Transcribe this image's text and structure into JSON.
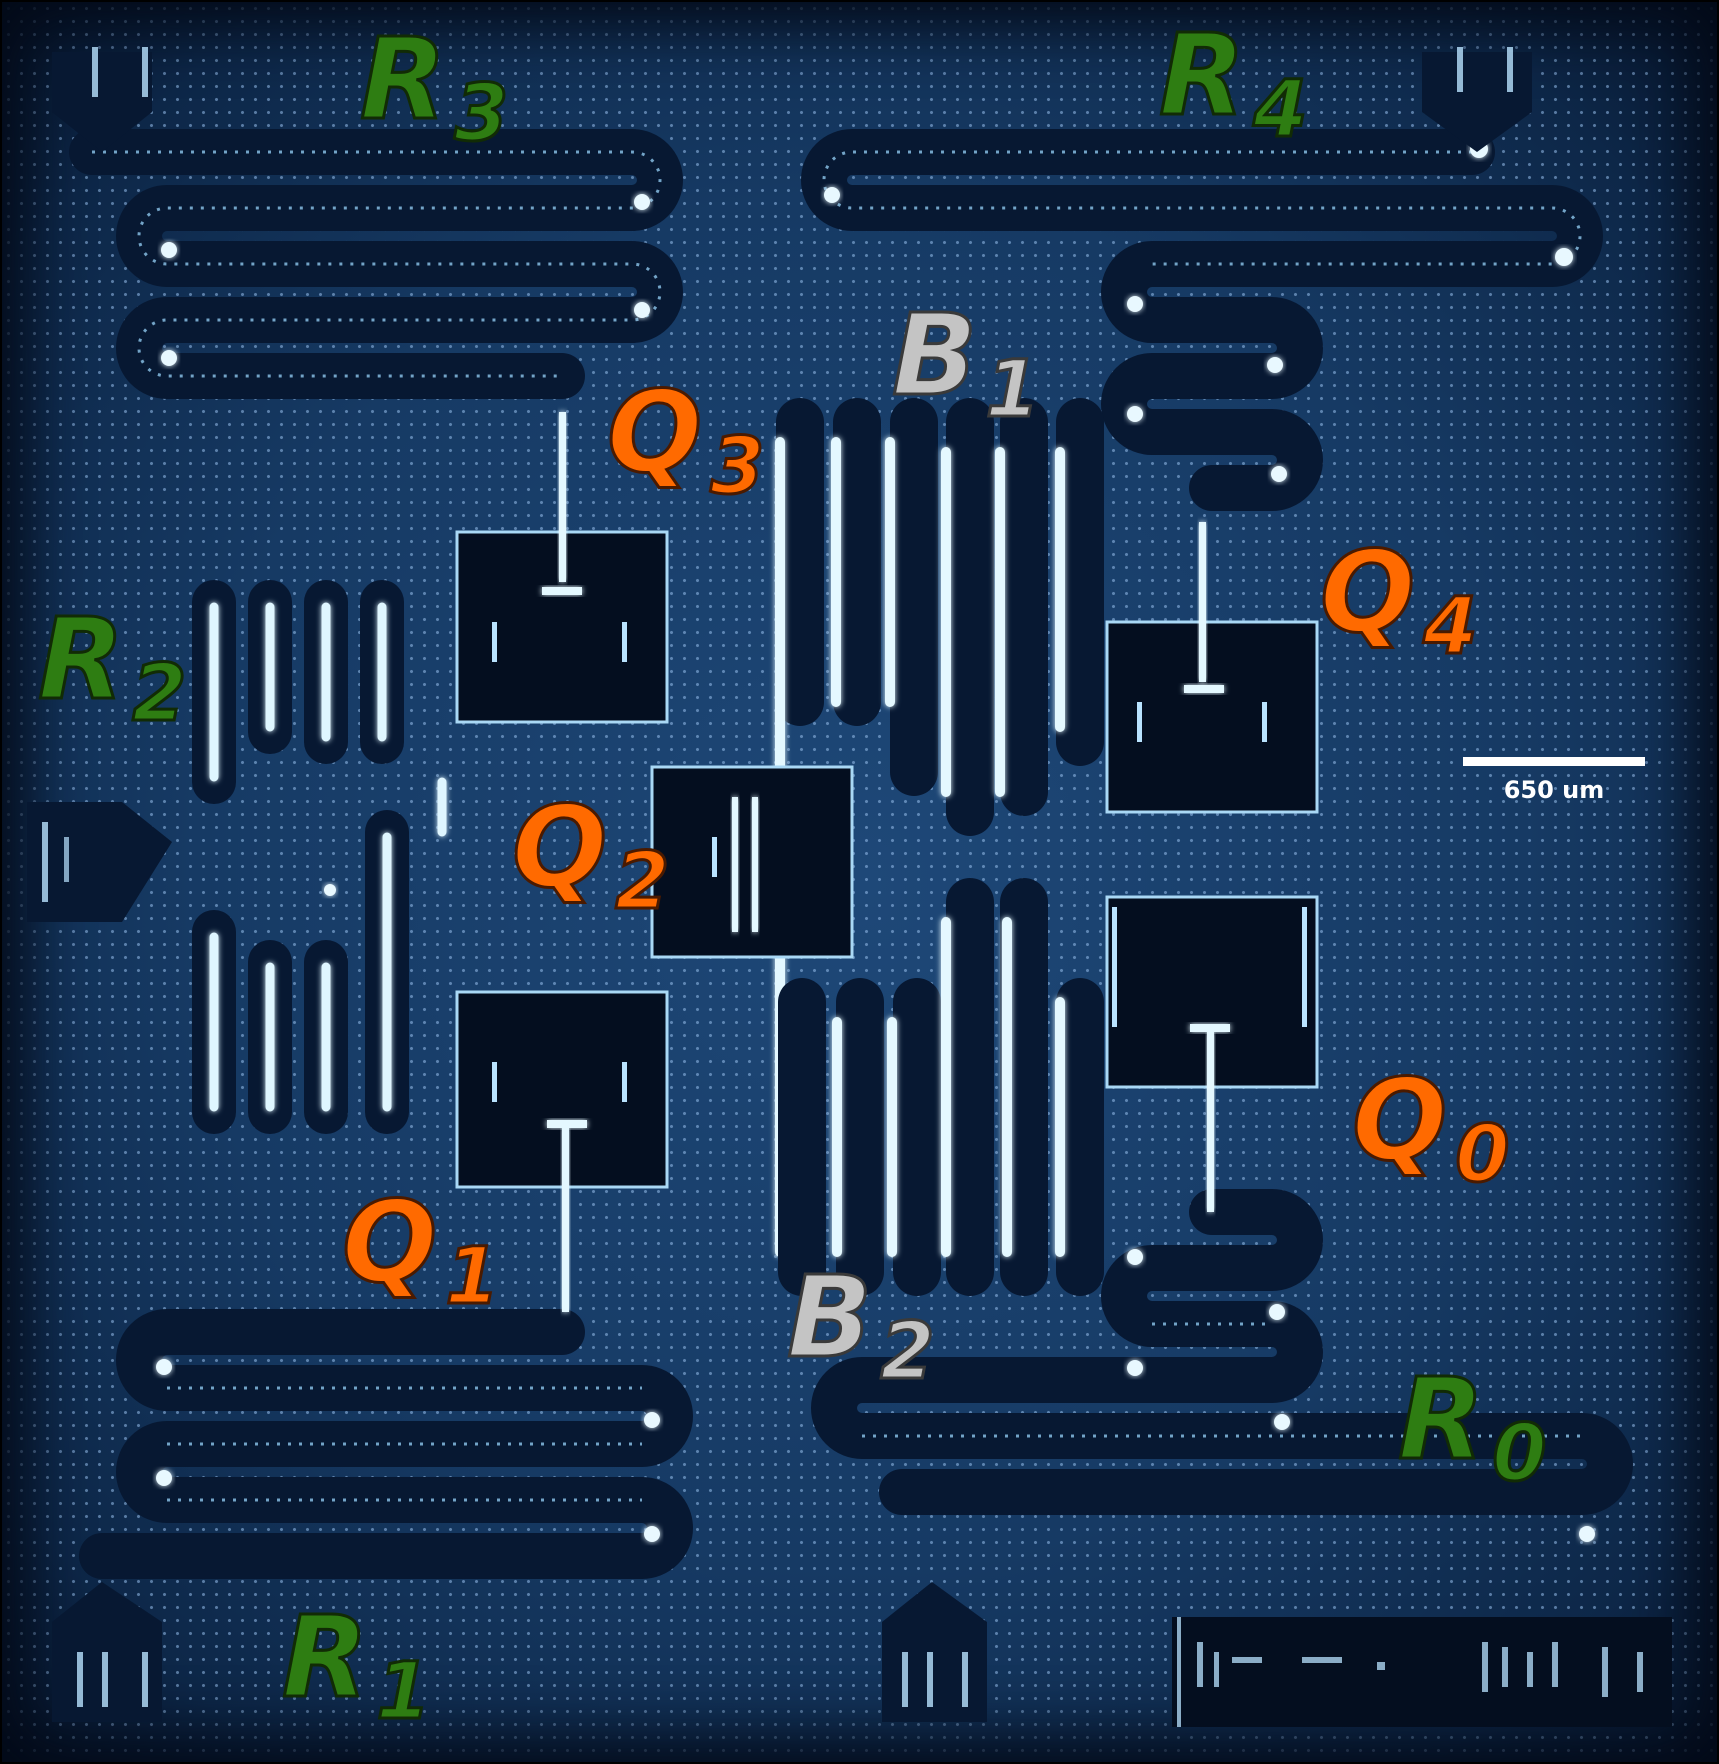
{
  "labels": {
    "R3": {
      "main": "R",
      "sub": "3"
    },
    "R4": {
      "main": "R",
      "sub": "4"
    },
    "R2": {
      "main": "R",
      "sub": "2"
    },
    "R1": {
      "main": "R",
      "sub": "1"
    },
    "R0": {
      "main": "R",
      "sub": "0"
    },
    "Q0": {
      "main": "Q",
      "sub": "0"
    },
    "Q1": {
      "main": "Q",
      "sub": "1"
    },
    "Q2": {
      "main": "Q",
      "sub": "2"
    },
    "Q3": {
      "main": "Q",
      "sub": "3"
    },
    "Q4": {
      "main": "Q",
      "sub": "4"
    },
    "B1": {
      "main": "B",
      "sub": "1"
    },
    "B2": {
      "main": "B",
      "sub": "2"
    }
  },
  "scale": {
    "text": "650 um"
  },
  "colors": {
    "resonator_label": "#2e7d12",
    "qubit_label": "#ff6a00",
    "bus_label": "#c4c4c4",
    "substrate": "#163a64",
    "trace": "#d8f2ff"
  }
}
